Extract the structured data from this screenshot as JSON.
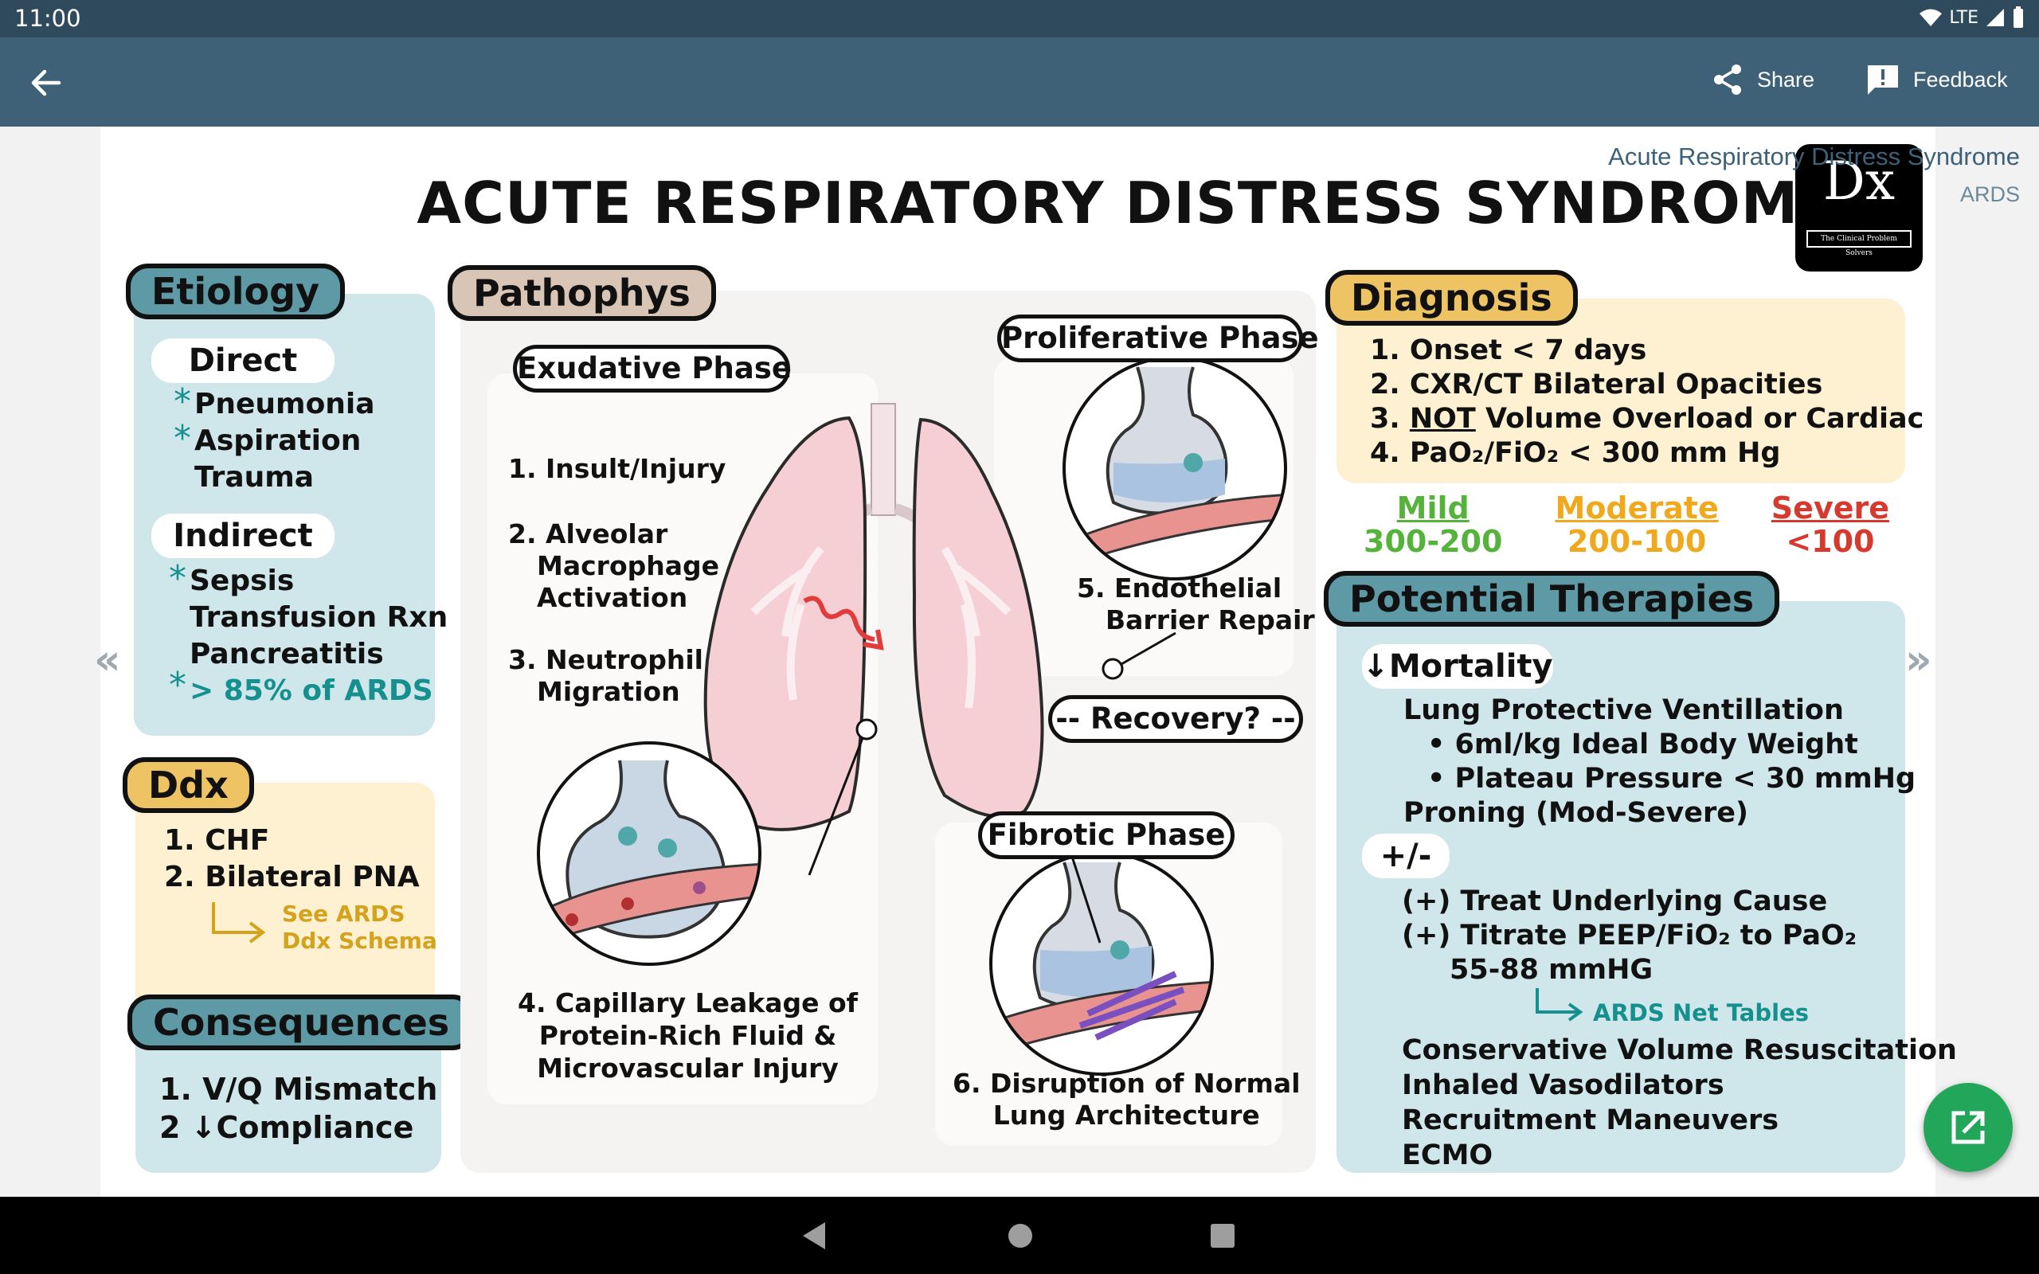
{
  "status": {
    "time": "11:00",
    "network": "LTE"
  },
  "appbar": {
    "share_label": "Share",
    "feedback_label": "Feedback"
  },
  "header": {
    "topic_title": "Acute Respiratory Distress Syndrome",
    "topic_subtitle": "ARDS"
  },
  "logo": {
    "text": "Dx",
    "caption": "The Clinical Problem Solvers"
  },
  "sheet": {
    "title": "ACUTE RESPIRATORY DISTRESS SYNDROME",
    "etiology": {
      "label": "Etiology",
      "direct_label": "Direct",
      "direct_items": [
        "Pneumonia",
        "Aspiration",
        "Trauma"
      ],
      "indirect_label": "Indirect",
      "indirect_items": [
        "Sepsis",
        "Transfusion Rxn",
        "Pancreatitis"
      ],
      "note": "> 85% of ARDS"
    },
    "ddx": {
      "label": "Ddx",
      "items": [
        "1. CHF",
        "2. Bilateral PNA"
      ],
      "link_line1": "See ARDS",
      "link_line2": "Ddx Schema"
    },
    "consequences": {
      "label": "Consequences",
      "items": [
        "1. V/Q Mismatch",
        "2 ↓Compliance"
      ]
    },
    "pathophys": {
      "label": "Pathophys",
      "exudative_label": "Exudative Phase",
      "step1": "1. Insult/Injury",
      "step2_l1": "2. Alveolar",
      "step2_l2": "Macrophage",
      "step2_l3": "Activation",
      "step3_l1": "3. Neutrophil",
      "step3_l2": "Migration",
      "step4_l1": "4. Capillary Leakage of",
      "step4_l2": "Protein-Rich Fluid &",
      "step4_l3": "Microvascular Injury",
      "proliferative_label": "Proliferative Phase",
      "step5_l1": "5. Endothelial",
      "step5_l2": "Barrier Repair",
      "recovery_label": "-- Recovery? --",
      "fibrotic_label": "Fibrotic Phase",
      "step6_l1": "6. Disruption of Normal",
      "step6_l2": "Lung Architecture"
    },
    "diagnosis": {
      "label": "Diagnosis",
      "item1": "1. Onset < 7 days",
      "item2": "2. CXR/CT Bilateral Opacities",
      "item3_prefix": "3. ",
      "item3_not": "NOT",
      "item3_rest": " Volume Overload or Cardiac",
      "item4": "4. PaO₂/FiO₂ < 300 mm Hg",
      "severity": [
        {
          "label": "Mild",
          "range": "300-200",
          "color": "#55b23a"
        },
        {
          "label": "Moderate",
          "range": "200-100",
          "color": "#f0a81c"
        },
        {
          "label": "Severe",
          "range": "<100",
          "color": "#d63a2f"
        }
      ]
    },
    "therapies": {
      "label": "Potential Therapies",
      "mortality_label": "↓Mortality",
      "m1": "Lung Protective Ventillation",
      "m2": "• 6ml/kg Ideal Body Weight",
      "m3": "• Plateau Pressure < 30 mmHg",
      "m4": "Proning (Mod-Severe)",
      "pm_label": "+/-",
      "p1": "(+) Treat Underlying Cause",
      "p2": "(+) Titrate PEEP/FiO₂ to PaO₂",
      "p3": "55-88 mmHG",
      "link": "ARDS Net Tables",
      "o1": "Conservative Volume Resuscitation",
      "o2": "Inhaled Vasodilators",
      "o3": "Recruitment Maneuvers",
      "o4": "ECMO"
    }
  },
  "nav_arrows": {
    "prev": "«",
    "next": "»"
  }
}
